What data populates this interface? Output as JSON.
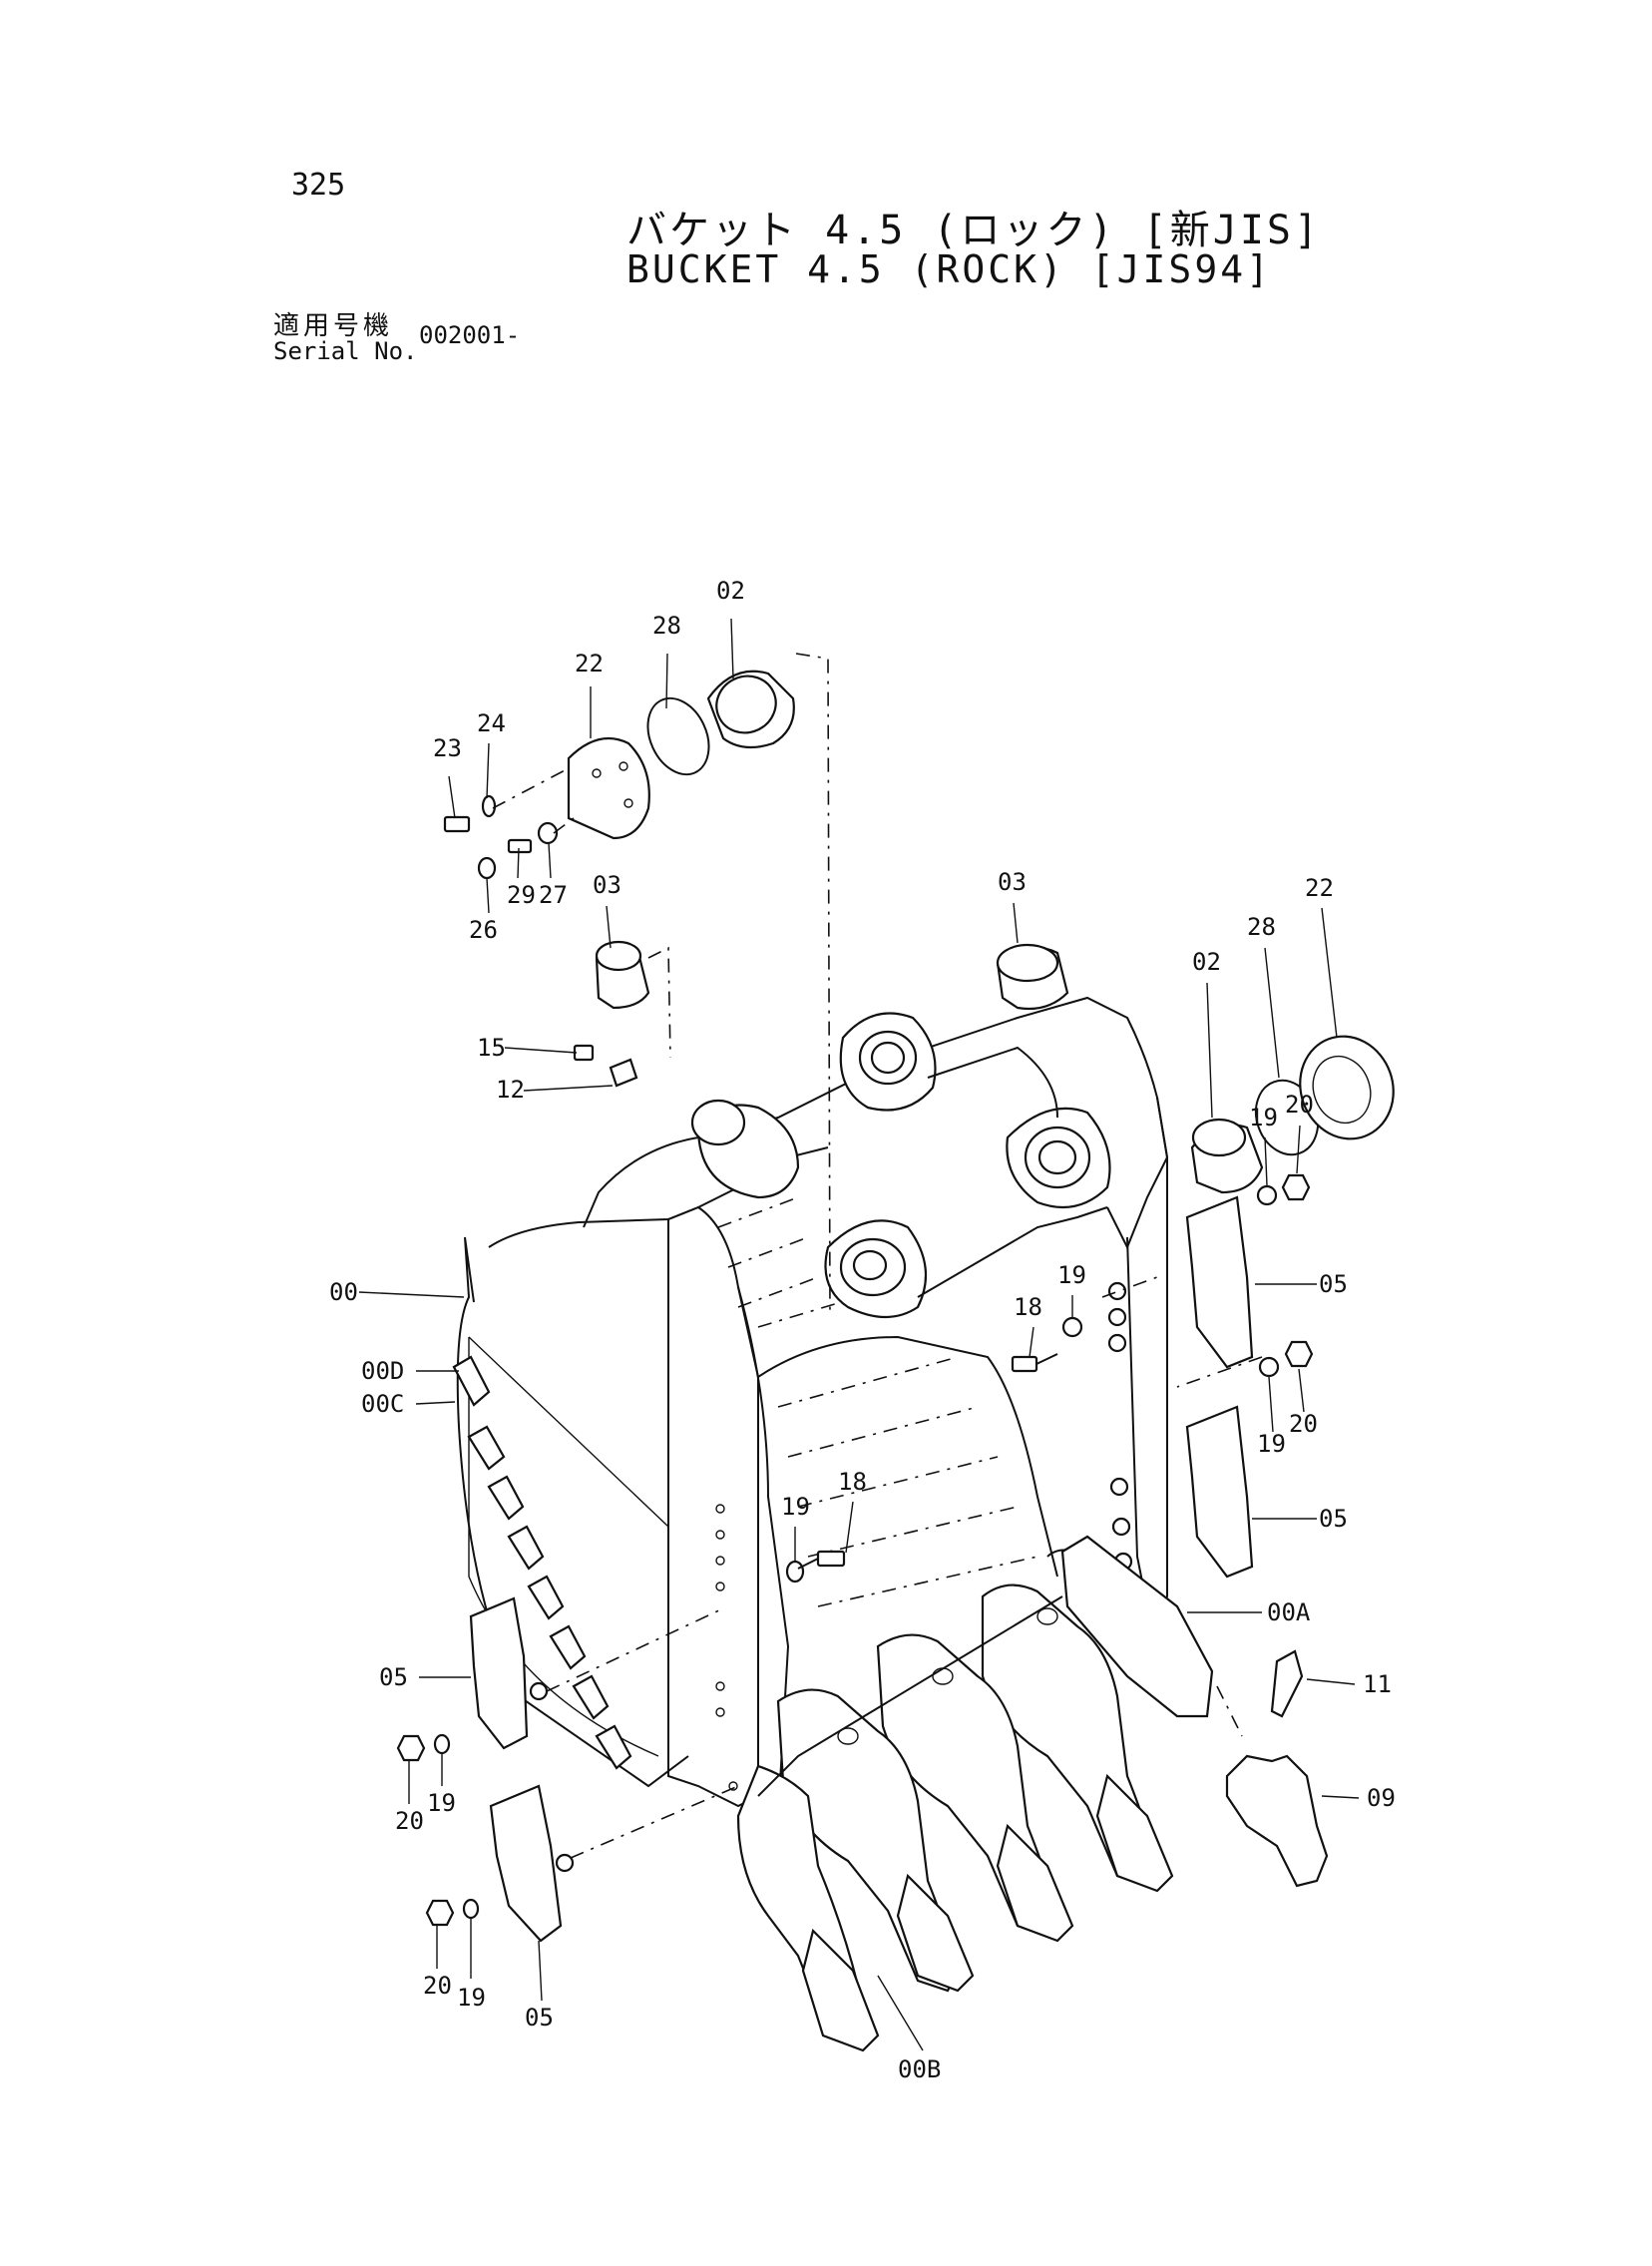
{
  "header": {
    "page_number": "325",
    "title_jp": "バケット 4.5 (ロック) [新JIS]",
    "title_en": "BUCKET 4.5 (ROCK) [JIS94]",
    "serial_label_jp": "適用号機",
    "serial_label_en": "Serial No.",
    "serial_value": "002001-"
  },
  "callouts": {
    "c02a": "02",
    "c28a": "28",
    "c22a": "22",
    "c24": "24",
    "c23": "23",
    "c29": "29",
    "c27": "27",
    "c26": "26",
    "c03a": "03",
    "c15": "15",
    "c12": "12",
    "c03b": "03",
    "c02b": "02",
    "c28b": "28",
    "c22b": "22",
    "c19a": "19",
    "c20a": "20",
    "c18a": "18",
    "c19b": "19",
    "c05a": "05",
    "c19c": "19",
    "c20b": "20",
    "c05b": "05",
    "c00": "00",
    "c00D": "00D",
    "c00C": "00C",
    "c19d": "19",
    "c18b": "18",
    "c00A": "00A",
    "c11": "11",
    "c09": "09",
    "c05c": "05",
    "c20c": "20",
    "c19e": "19",
    "c20d": "20",
    "c19f": "19",
    "c05d": "05",
    "c00B": "00B"
  }
}
